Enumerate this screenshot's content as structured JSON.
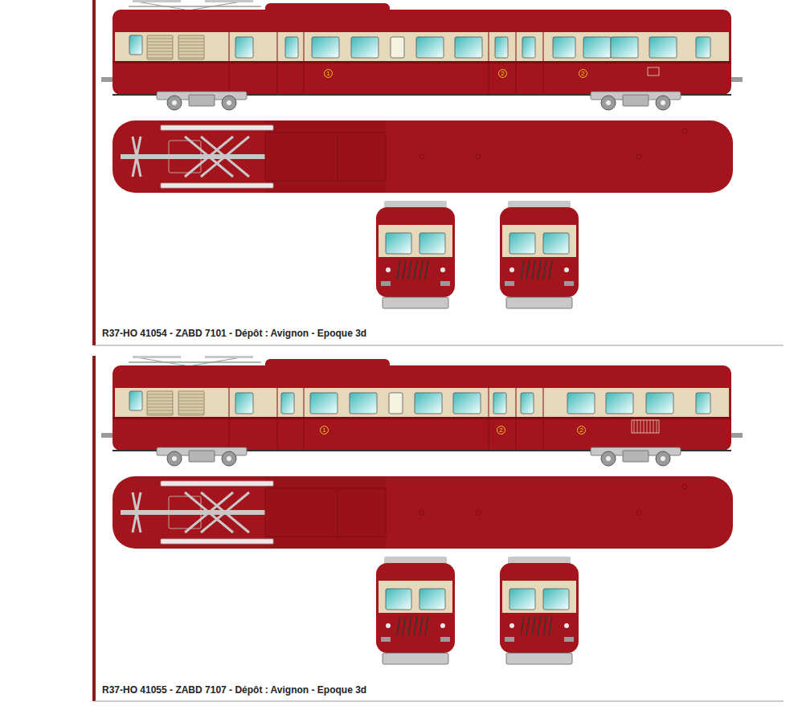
{
  "diagram": {
    "labels": [
      "R37-HO 41054 - ZABD 7101 - Dépôt : Avignon - Epoque 3d",
      "1",
      "2",
      "2",
      "R37-HO 41055 - ZABD 7107 - Dépôt : Avignon - Epoque 3d",
      "1",
      "2",
      "2"
    ]
  }
}
